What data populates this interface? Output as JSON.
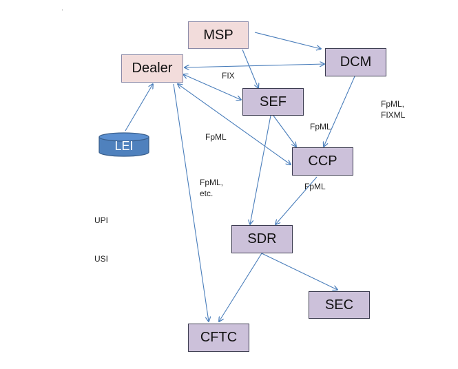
{
  "nodes": {
    "msp": "MSP",
    "dealer": "Dealer",
    "dcm": "DCM",
    "sef": "SEF",
    "ccp": "CCP",
    "sdr": "SDR",
    "sec": "SEC",
    "cftc": "CFTC",
    "lei": "LEI"
  },
  "labels": {
    "fix": "FIX",
    "fpml_dealer_ccp": "FpML",
    "fpml_sef_ccp": "FpML",
    "fpml_fixml": "FpML,\nFIXML",
    "fpml_ccp_sdr": "FpML",
    "fpml_etc": "FpML,\netc.",
    "upi": "UPI",
    "usi": "USI"
  },
  "colors": {
    "arrow": "#4a7ebb",
    "pink_node": "#f2dcdb",
    "lavender_node": "#ccc1da",
    "cylinder": "#4f81bd"
  }
}
